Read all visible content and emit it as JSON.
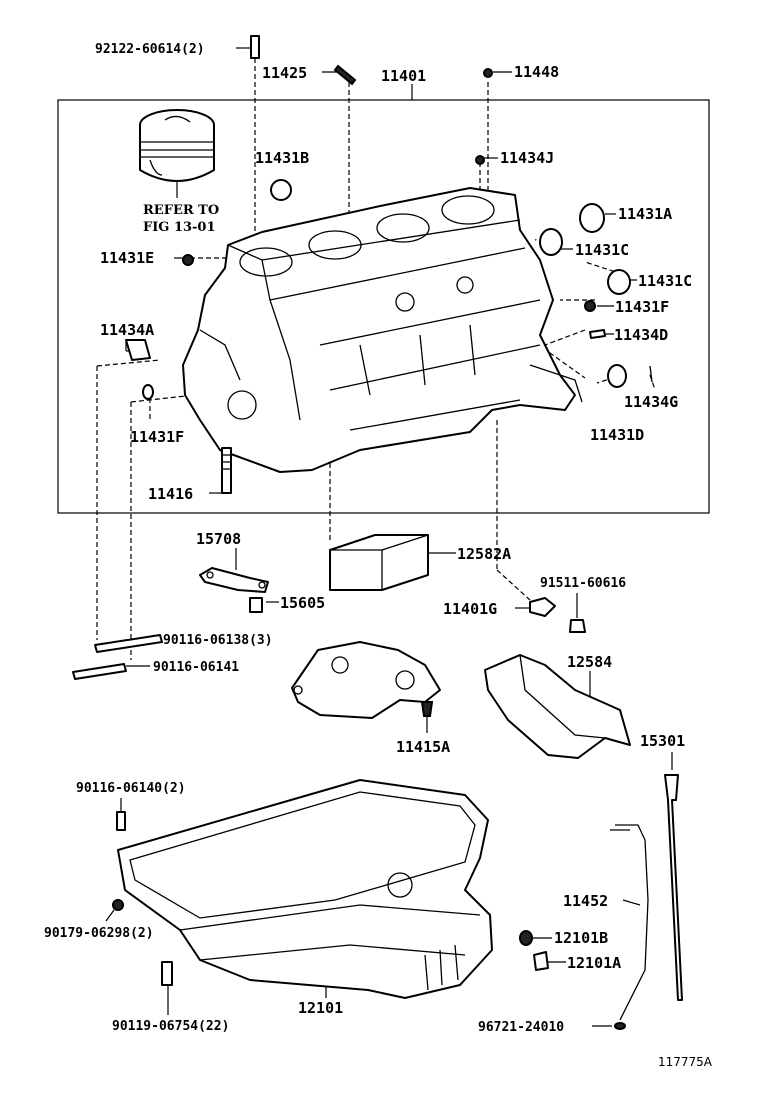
{
  "labels": {
    "l92122": "92122-60614(2)",
    "l11425": "11425",
    "l11401": "11401",
    "l11448": "11448",
    "l11431B": "11431B",
    "l11434J": "11434J",
    "refer1": "REFER TO",
    "refer2": "FIG 13-01",
    "l11431A": "11431A",
    "l11431E": "11431E",
    "l11431C1": "11431C",
    "l11431C2": "11431C",
    "l11431F_r": "11431F",
    "l11434A": "11434A",
    "l11434D": "11434D",
    "l11434G": "11434G",
    "l11431F_l": "11431F",
    "l11431D": "11431D",
    "l11416": "11416",
    "l15708": "15708",
    "l12582A": "12582A",
    "l91511": "91511-60616",
    "l15605": "15605",
    "l11401G": "11401G",
    "l90116_06138": "90116-06138(3)",
    "l90116_06141": "90116-06141",
    "l12584": "12584",
    "l15301": "15301",
    "l11415A": "11415A",
    "l90116_06140": "90116-06140(2)",
    "l11452": "11452",
    "l90179": "90179-06298(2)",
    "l12101B": "12101B",
    "l12101A": "12101A",
    "l12101": "12101",
    "l90119": "90119-06754(22)",
    "l96721": "96721-24010",
    "diagram_id": "117775A"
  }
}
